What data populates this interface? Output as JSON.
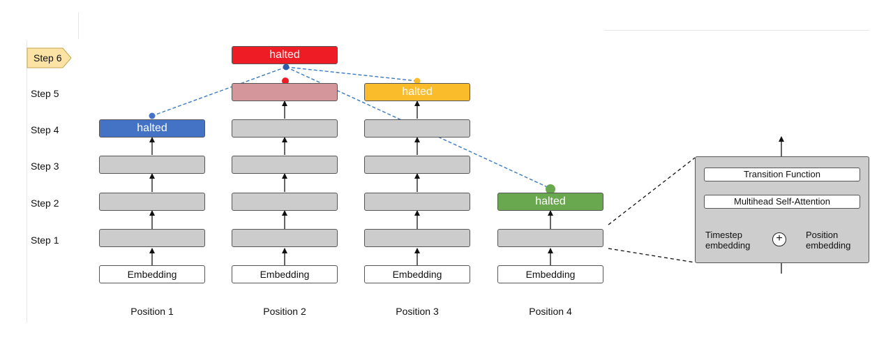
{
  "steps": [
    "Step 1",
    "Step 2",
    "Step 3",
    "Step 4",
    "Step 5"
  ],
  "current_step": "Step 6",
  "embedding_label": "Embedding",
  "halted_label": "halted",
  "positions": [
    {
      "label": "Position 1",
      "halted_step": 4,
      "halted_color": "#4472c4"
    },
    {
      "label": "Position 2",
      "halted_step": 6,
      "halted_color": "#ee1c24",
      "step5_color": "#d5969b"
    },
    {
      "label": "Position 3",
      "halted_step": 5,
      "halted_color": "#fbbc2c"
    },
    {
      "label": "Position 4",
      "halted_step": 2,
      "halted_color": "#6aa84f"
    }
  ],
  "detail": {
    "transition": "Transition Function",
    "attention": "Multihead Self-Attention",
    "timestep_line1": "Timestep",
    "timestep_line2": "embedding",
    "position_line1": "Position",
    "position_line2": "embedding",
    "plus": "+"
  },
  "colors": {
    "active_box": "#cccccc",
    "link": "#3a7ac1",
    "step_tag": "#fbe3a6"
  }
}
